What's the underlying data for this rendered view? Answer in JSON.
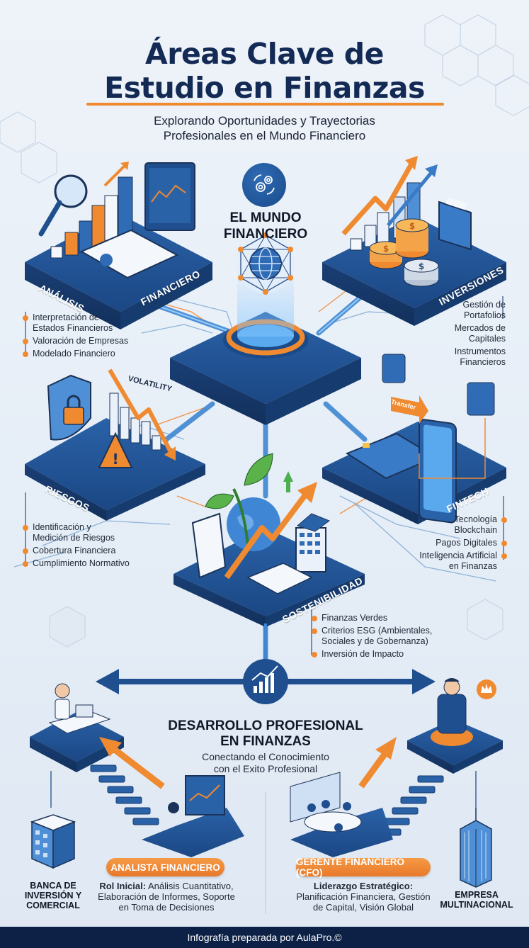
{
  "header": {
    "title_line1": "Áreas Clave de",
    "title_line2": "Estudio en Finanzas",
    "subtitle_line1": "Explorando Oportunidades y Trayectorias",
    "subtitle_line2": "Profesionales en el Mundo Financiero"
  },
  "hub": {
    "title_line1": "EL MUNDO",
    "title_line2": "FINANCIERO",
    "icon": "gears-icon",
    "center_icon": "globe-network-icon"
  },
  "areas": {
    "analisis": {
      "label_part1": "ANÁLISIS",
      "label_part2": "FINANCIERO",
      "items": [
        "Interpretación de Estados Financieros",
        "Valoración de Empresas",
        "Modelado Financiero"
      ],
      "item0_line1": "Interpretación de",
      "item0_line2": "Estados Financieros"
    },
    "inversiones": {
      "label": "INVERSIONES",
      "items": [
        "Gestión de Portafolios",
        "Mercados de Capitales",
        "Instrumentos Financieros"
      ],
      "item0_line1": "Gestión de",
      "item0_line2": "Portafolios",
      "item1_line1": "Mercados de",
      "item1_line2": "Capitales",
      "item2_line1": "Instrumentos",
      "item2_line2": "Financieros"
    },
    "riesgos": {
      "label": "RIESGOS",
      "illustration_text": "VOLATILITY",
      "items": [
        "Identificación y Medición de Riesgos",
        "Cobertura Financiera",
        "Cumplimiento Normativo"
      ],
      "item0_line1": "Identificación y",
      "item0_line2": "Medición de Riesgos"
    },
    "fintech": {
      "label": "FINTECH",
      "illustration_text": "Transfer",
      "items": [
        "Tecnología Blockchain",
        "Pagos Digitales",
        "Inteligencia Artificial en Finanzas"
      ],
      "item0_line1": "Tecnología",
      "item0_line2": "Blockchain",
      "item2_line1": "Inteligencia Artificial",
      "item2_line2": "en Finanzas"
    },
    "sostenibilidad": {
      "label": "SOSTENIBILIDAD",
      "items": [
        "Finanzas Verdes",
        "Criterios ESG (Ambientales, Sociales y de Gobernanza)",
        "Inversión de Impacto"
      ],
      "item1_line1": "Criterios ESG (Ambientales,",
      "item1_line2": "Sociales y de Gobernanza)"
    }
  },
  "career": {
    "title_line1": "DESARROLLO PROFESIONAL",
    "title_line2": "EN FINANZAS",
    "subtitle_line1": "Conectando el Conocimiento",
    "subtitle_line2": "con el Exito Profesional",
    "roles": [
      {
        "badge": "ANALISTA FINANCIERO",
        "desc_bold": "Rol Inicial:",
        "desc_line1": " Análisis Cuantitativo,",
        "desc_line2": "Elaboración de Informes, Soporte",
        "desc_line3": "en Toma de Decisiones"
      },
      {
        "badge": "GERENTE FINANCIERO (CFO)",
        "desc_bold": "Liderazgo Estratégico:",
        "desc_line2": "Planificación Financiera, Gestión",
        "desc_line3": "de Capital, Visión Global"
      }
    ],
    "orgs": [
      {
        "line1": "BANCA DE",
        "line2": "INVERSIÓN Y",
        "line3": "COMERCIAL"
      },
      {
        "line1": "EMPRESA",
        "line2": "MULTINACIONAL"
      }
    ]
  },
  "footer": {
    "text": "Infografía preparada por AulaPro.©"
  },
  "colors": {
    "navy": "#132a55",
    "platform_blue": "#1f4f8f",
    "accent_orange": "#f08a30",
    "footer_bg": "#0d2147",
    "background": "#e8eff7"
  }
}
